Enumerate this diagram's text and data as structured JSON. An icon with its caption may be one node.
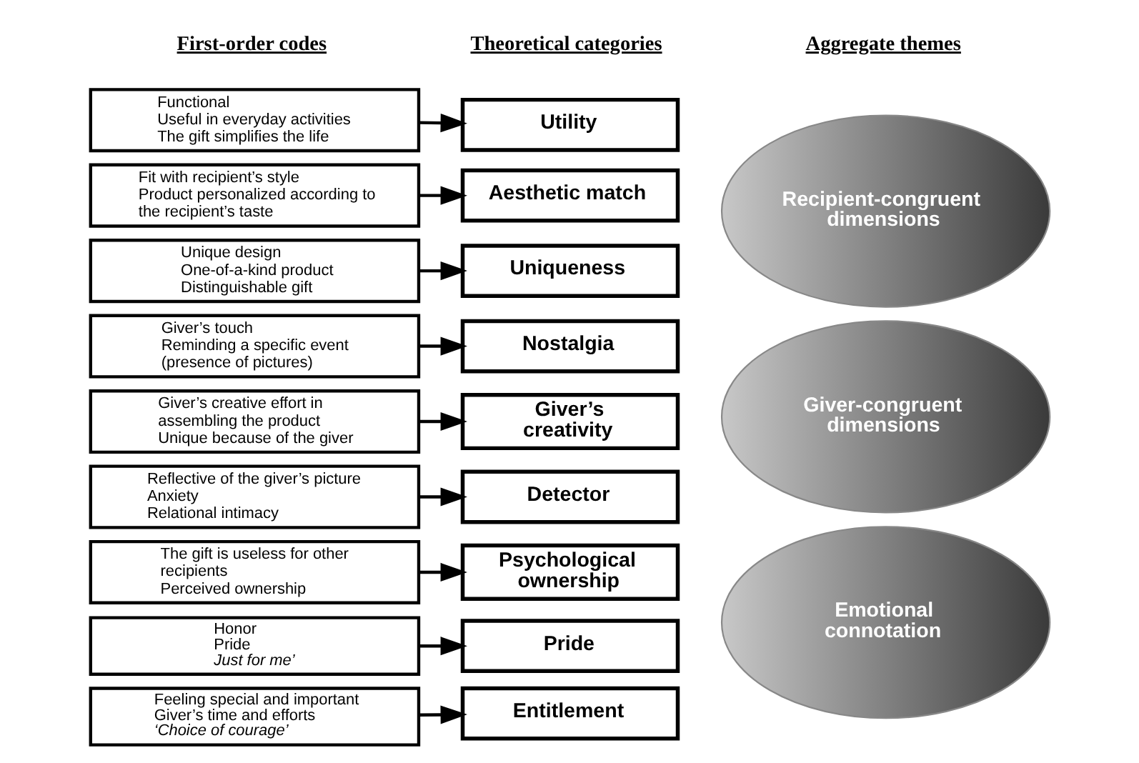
{
  "diagram": {
    "nodes": [
      {
        "text": [
          "Functional",
          "Useful in everyday activities",
          "The gift simplifies the life"
        ]
      },
      {
        "text": [
          "Fit with recipient’s style",
          "Product personalized according to the recipient’s taste"
        ]
      },
      {
        "text": [
          "Unique design",
          "One-of-a-kind product",
          "Distinguishable gift"
        ]
      },
      {
        "text": [
          "Giver’s touch",
          "Reminding a specific event (presence of pictures)"
        ]
      },
      {
        "text": [
          "Giver’s creative effort in assembling the product",
          "Unique because of the giver"
        ]
      },
      {
        "text": [
          "Reflective of the giver’s picture",
          "Anxiety",
          "Relational intimacy"
        ]
      },
      {
        "text": [
          "The gift is useless for other recipients",
          "Perceived ownership"
        ]
      },
      {
        "text": [
          "Honor",
          "Pride",
          "Just for me’"
        ]
      },
      {
        "text": [
          "Feeling special and important",
          "Giver’s time and efforts",
          "‘Choice of courage’"
        ]
      },
      {
        "text": [
          "Utility"
        ]
      },
      {
        "text": [
          "Aesthetic match"
        ]
      },
      {
        "text": [
          "Uniqueness"
        ]
      },
      {
        "text": [
          "Nostalgia"
        ]
      },
      {
        "text": [
          "Giver’s creativity"
        ]
      },
      {
        "text": [
          "Detector"
        ]
      },
      {
        "text": [
          "Psychological ownership"
        ]
      },
      {
        "text": [
          "Pride"
        ]
      },
      {
        "text": [
          "Entitlement"
        ]
      },
      {
        "text": [
          "Recipient-congruent dimensions"
        ]
      },
      {
        "text": [
          "Giver-congruent dimensions"
        ]
      },
      {
        "text": [
          "Emotional connotation"
        ]
      }
    ],
    "edges": [
      {
        "from": 0,
        "to": 9,
        "arrow": "to"
      },
      {
        "from": 1,
        "to": 10,
        "arrow": "to"
      },
      {
        "from": 2,
        "to": 11,
        "arrow": "to"
      },
      {
        "from": 3,
        "to": 12,
        "arrow": "to"
      },
      {
        "from": 4,
        "to": 13,
        "arrow": "to"
      },
      {
        "from": 5,
        "to": 14,
        "arrow": "to"
      },
      {
        "from": 6,
        "to": 15,
        "arrow": "to"
      },
      {
        "from": 7,
        "to": 16,
        "arrow": "to"
      },
      {
        "from": 8,
        "to": 17,
        "arrow": "to"
      }
    ],
    "labels": [
      "First-order codes",
      "Theoretical categories",
      "Aggregate themes"
    ]
  }
}
